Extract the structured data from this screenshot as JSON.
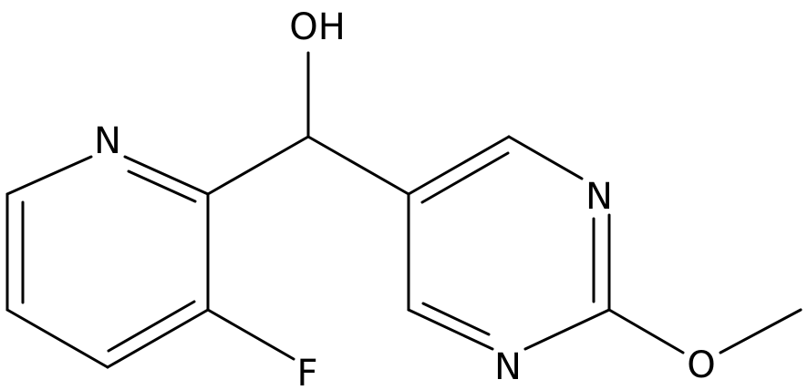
{
  "molecule": {
    "atom_labels": {
      "hydroxyl": "OH",
      "pyridine_nitrogen": "N",
      "fluorine": "F",
      "pyrimidine_nitrogen_upper": "N",
      "pyrimidine_nitrogen_lower": "N",
      "methoxy_oxygen": "O"
    }
  }
}
